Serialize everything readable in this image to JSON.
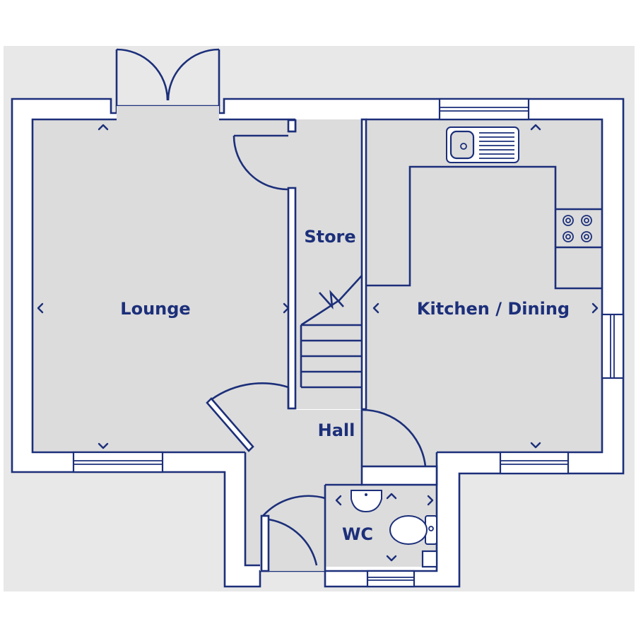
{
  "plan": {
    "rooms": [
      {
        "id": "lounge",
        "label": "Lounge"
      },
      {
        "id": "store",
        "label": "Store"
      },
      {
        "id": "kitchen-dining",
        "label": "Kitchen / Dining"
      },
      {
        "id": "hall",
        "label": "Hall"
      },
      {
        "id": "wc",
        "label": "WC"
      }
    ],
    "colors": {
      "line": "#1c2f7a",
      "floor": "#dcdcdc",
      "background": "#e8e8e8",
      "wall_fill": "#ffffff"
    },
    "icons": [
      "double-door-icon",
      "door-swing-icon",
      "window-icon",
      "sink-icon",
      "hob-icon",
      "basin-icon",
      "toilet-icon",
      "stairs-icon",
      "dimension-arrow-icon"
    ]
  }
}
